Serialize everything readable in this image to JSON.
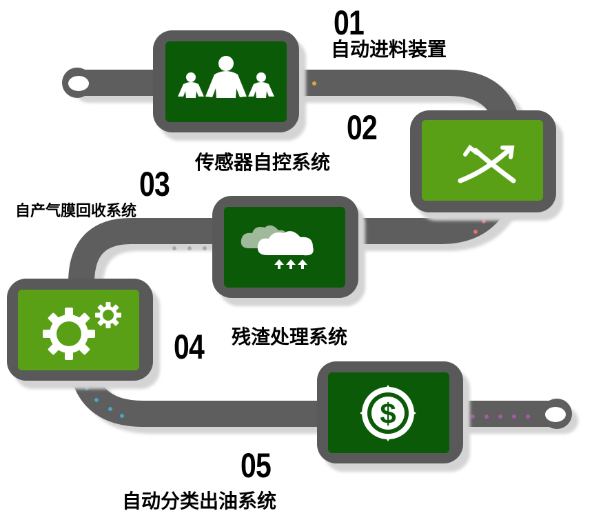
{
  "steps": [
    {
      "number": "01",
      "label": "自动进料装置",
      "icon": "people-icon",
      "tile_color": "#0b5a07"
    },
    {
      "number": "02",
      "label": "传感器自控系统",
      "icon": "crossing-arrows-icon",
      "tile_color": "#5aa016"
    },
    {
      "number": "03",
      "label": "自产气膜回收系统",
      "icon": "cloud-upload-icon",
      "tile_color": "#0b5a07"
    },
    {
      "number": "04",
      "label": "残渣处理系统",
      "icon": "gears-icon",
      "tile_color": "#5aa016"
    },
    {
      "number": "05",
      "label": "自动分类出油系统",
      "icon": "dollar-icon",
      "tile_color": "#0b5a07"
    }
  ],
  "colors": {
    "road": "#5e5e5e",
    "road_shadow": "#d4d4d4",
    "tile_frame": "#595959",
    "dark_green": "#0b5a07",
    "light_green": "#5aa016",
    "dot_orange": "#e8a23c",
    "dot_pink": "#e0707a",
    "dot_gray": "#a9a9a9",
    "dot_blue": "#4aa3c8",
    "dot_purple": "#a45aa8"
  }
}
